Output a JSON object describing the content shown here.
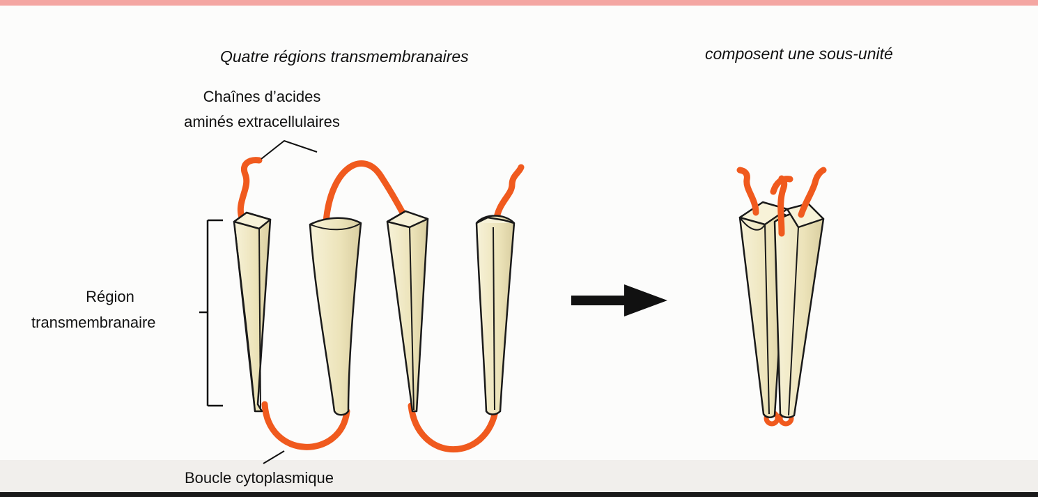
{
  "headings": {
    "left": "Quatre régions transmembranaires",
    "right": "composent une sous-unité"
  },
  "labels": {
    "extracellular_line1": "Chaînes d’acides",
    "extracellular_line2": "aminés extracellulaires",
    "transmembrane_line1": "Région",
    "transmembrane_line2": "transmembranaire",
    "cytoplasmic_loop": "Boucle cytoplasmique"
  },
  "colors": {
    "chain": "#f05a1e",
    "segment_fill": "#efe8c4",
    "segment_stroke": "#1a1a1a",
    "arrow": "#111111",
    "top_band": "#f4a6a2"
  },
  "icons": {
    "arrow": "right-arrow-icon",
    "bracket": "bracket-icon"
  }
}
